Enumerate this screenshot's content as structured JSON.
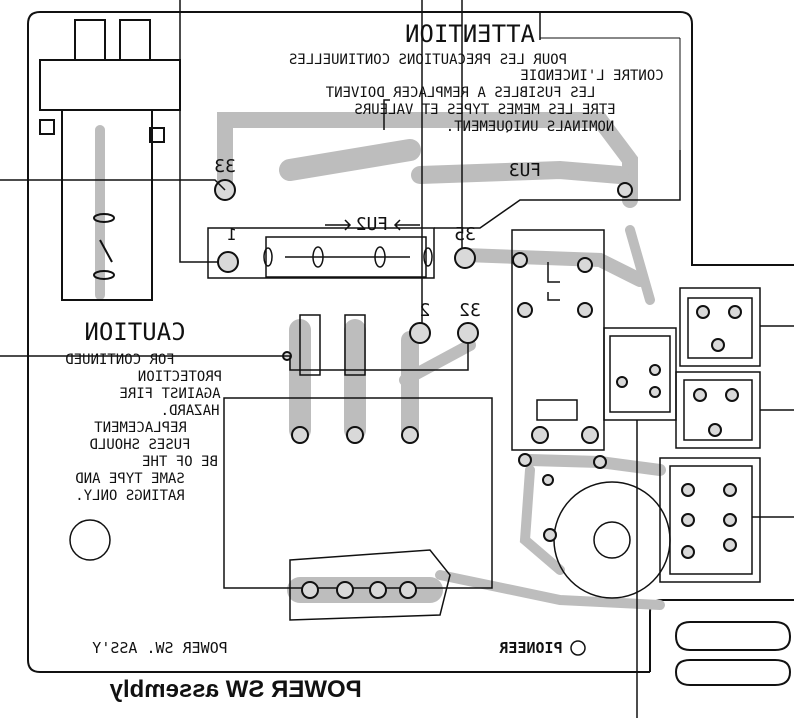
{
  "caption": "POWER SW assembly",
  "attention": {
    "heading": "ATTENTION",
    "lines": [
      "POUR LES PRECAUTIONS CONTINUELLES",
      "CONTRE L'INCENDIE",
      "LES FUSIBLES A REMPLACER DOIVENT",
      "ETRE LES MEMES TYPES ET VALEURS",
      "NOMINALS UNIQUEMENT."
    ]
  },
  "caution": {
    "heading": "CAUTION",
    "lines": [
      "FOR CONTINUED",
      "PROTECTION",
      "AGAINST FIRE",
      "HAZARD.",
      "REPLACEMENT",
      "FUSES SHOULD",
      "BE OF THE",
      "SAME TYPE AND",
      "RATINGS ONLY."
    ]
  },
  "board_name": "POWER SW. ASS'Y",
  "brand": "PIONEER",
  "labels": {
    "fu3": "FU3",
    "fu2": "FU2",
    "pin33": "33",
    "pin1": "1",
    "pin35": "35",
    "pin2": "2",
    "pin32": "32"
  }
}
